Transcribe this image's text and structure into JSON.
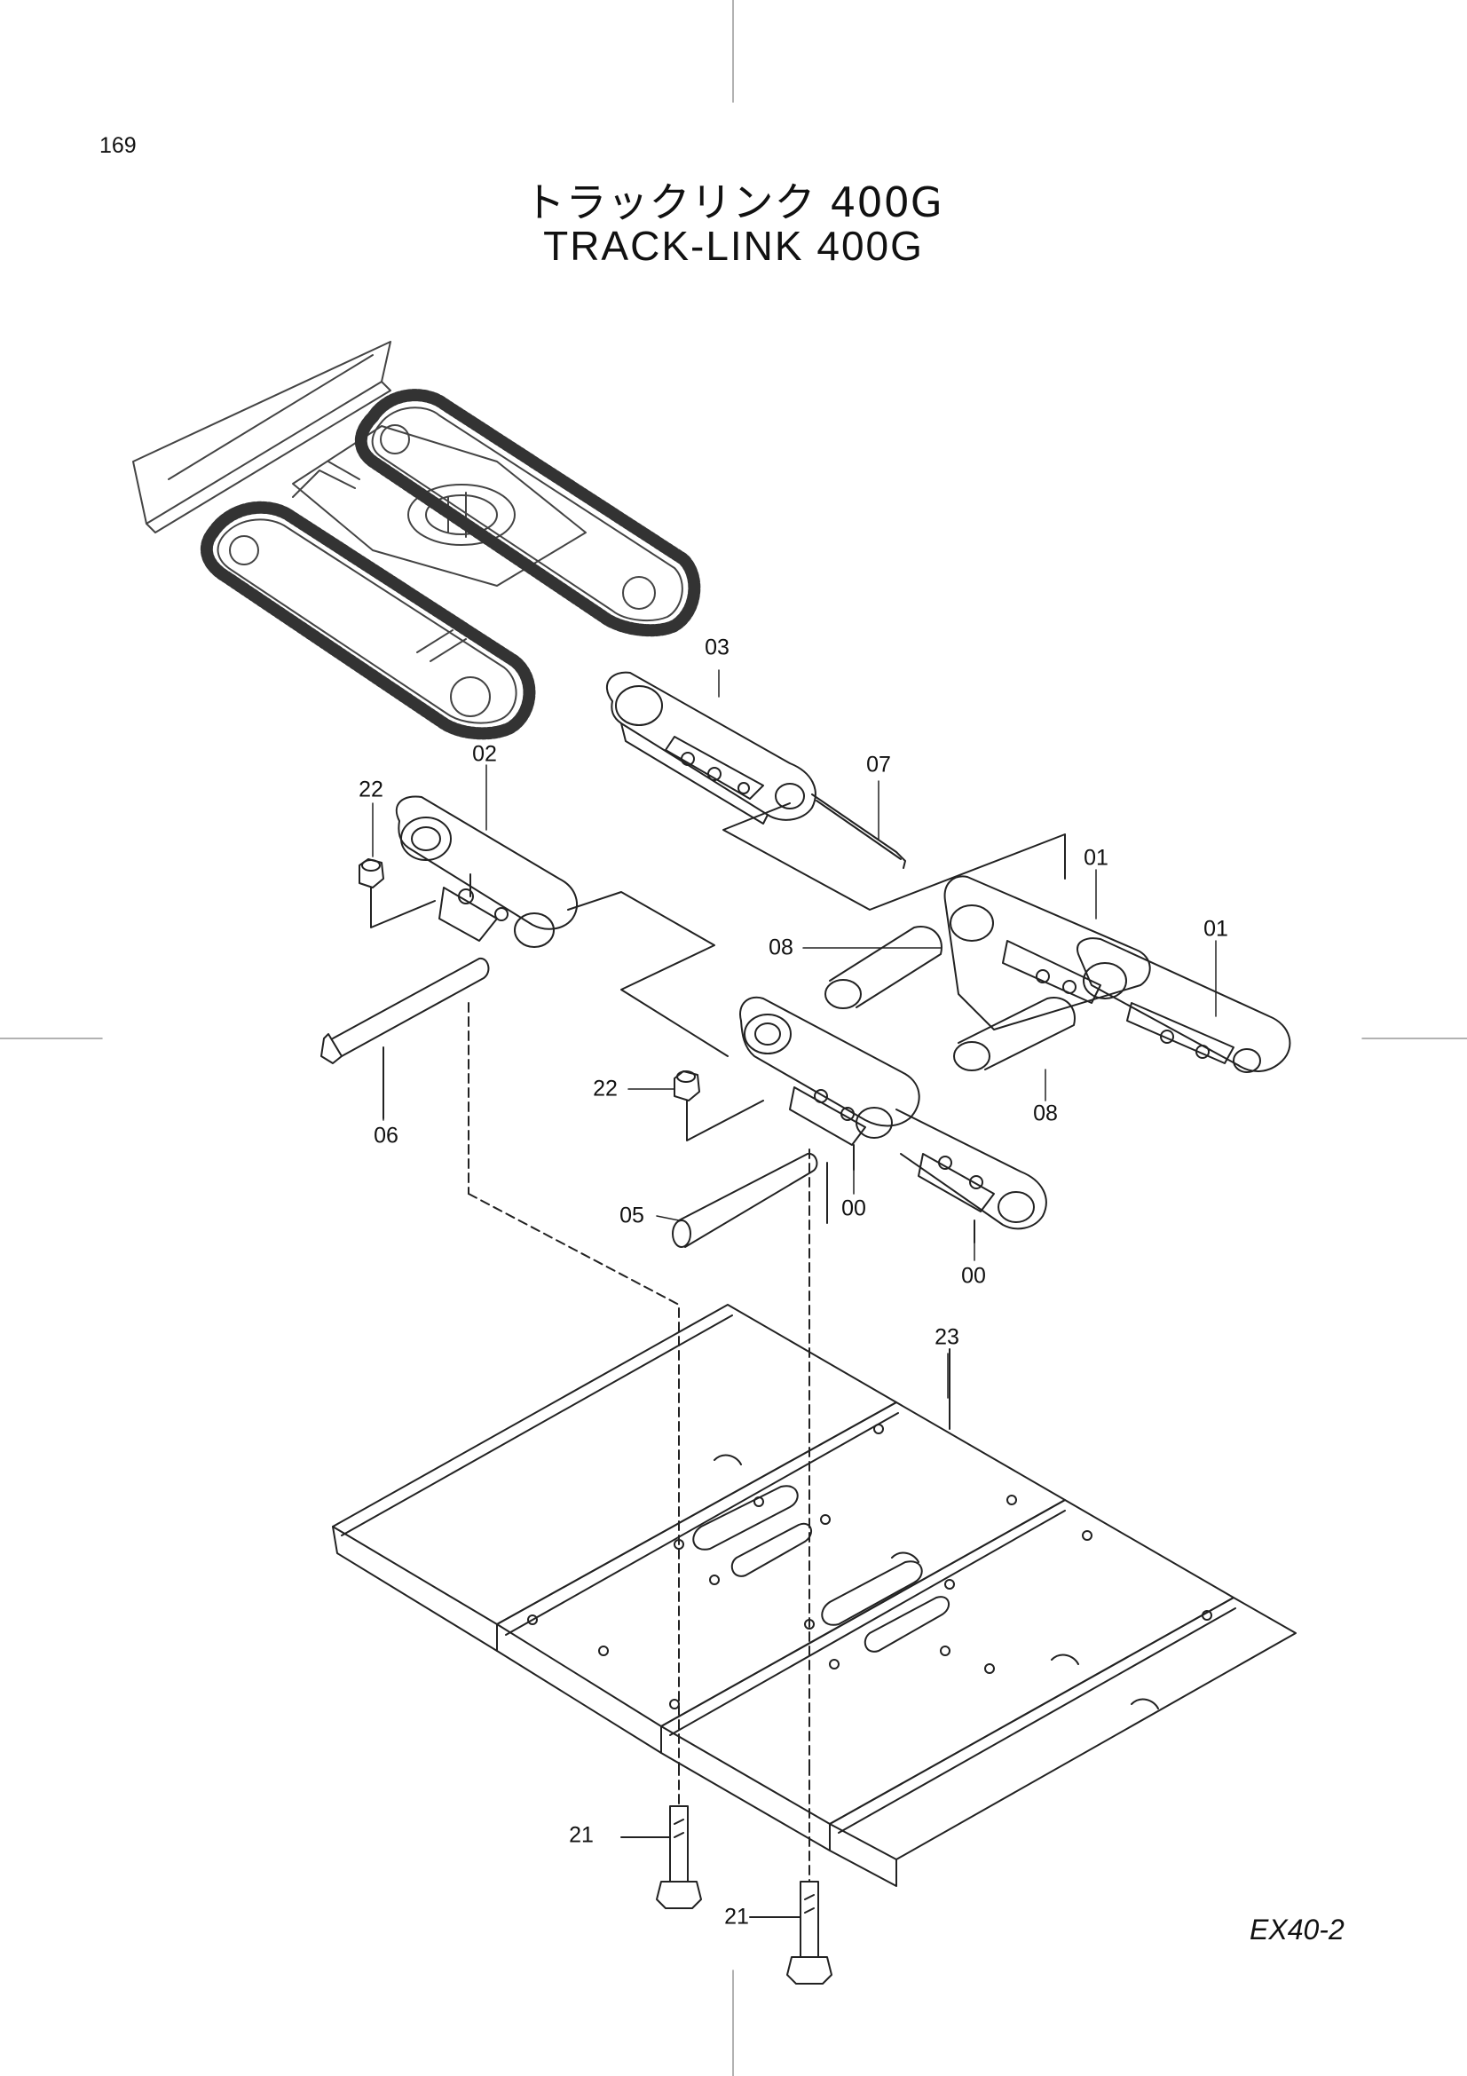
{
  "page": {
    "number": "169",
    "title_jp": "トラックリンク 400G",
    "title_en": "TRACK-LINK 400G",
    "model": "EX40-2"
  },
  "callouts": [
    {
      "id": "c03",
      "text": "03"
    },
    {
      "id": "c07",
      "text": "07"
    },
    {
      "id": "c02",
      "text": "02"
    },
    {
      "id": "c22a",
      "text": "22"
    },
    {
      "id": "c01a",
      "text": "01"
    },
    {
      "id": "c01b",
      "text": "01"
    },
    {
      "id": "c08a",
      "text": "08"
    },
    {
      "id": "c08b",
      "text": "08"
    },
    {
      "id": "c22b",
      "text": "22"
    },
    {
      "id": "c06",
      "text": "06"
    },
    {
      "id": "c05",
      "text": "05"
    },
    {
      "id": "c00a",
      "text": "00"
    },
    {
      "id": "c00b",
      "text": "00"
    },
    {
      "id": "c23",
      "text": "23"
    },
    {
      "id": "c21a",
      "text": "21"
    },
    {
      "id": "c21b",
      "text": "21"
    }
  ],
  "colors": {
    "line": "#222222",
    "track": "#444444",
    "paper": "#ffffff"
  }
}
